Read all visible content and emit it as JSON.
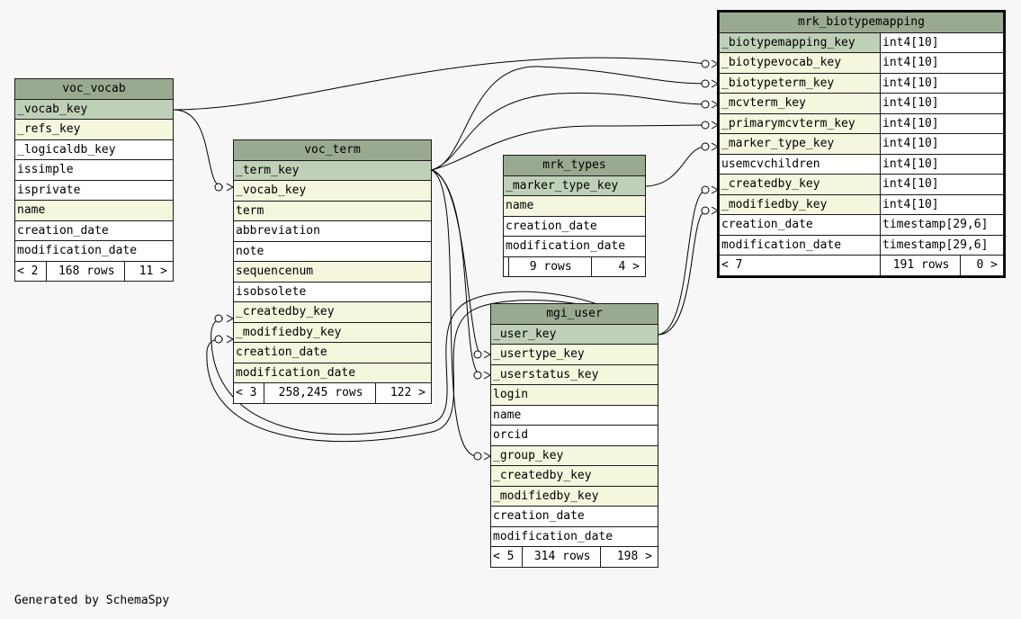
{
  "footer_text": "Generated by SchemaSpy",
  "tables": {
    "voc_vocab": {
      "title": "voc_vocab",
      "rows": [
        {
          "name": "_vocab_key",
          "kind": "pk"
        },
        {
          "name": "_refs_key",
          "kind": "fk"
        },
        {
          "name": "_logicaldb_key",
          "kind": "plain"
        },
        {
          "name": "issimple",
          "kind": "plain"
        },
        {
          "name": "isprivate",
          "kind": "plain"
        },
        {
          "name": "name",
          "kind": "fk"
        },
        {
          "name": "creation_date",
          "kind": "plain"
        },
        {
          "name": "modification_date",
          "kind": "plain"
        }
      ],
      "footer": {
        "left": "< 2",
        "mid": "168 rows",
        "right": "11 >"
      }
    },
    "voc_term": {
      "title": "voc_term",
      "rows": [
        {
          "name": "_term_key",
          "kind": "pk"
        },
        {
          "name": "_vocab_key",
          "kind": "fk"
        },
        {
          "name": "term",
          "kind": "fk"
        },
        {
          "name": "abbreviation",
          "kind": "plain"
        },
        {
          "name": "note",
          "kind": "plain"
        },
        {
          "name": "sequencenum",
          "kind": "fk"
        },
        {
          "name": "isobsolete",
          "kind": "plain"
        },
        {
          "name": "_createdby_key",
          "kind": "fk"
        },
        {
          "name": "_modifiedby_key",
          "kind": "fk"
        },
        {
          "name": "creation_date",
          "kind": "fk"
        },
        {
          "name": "modification_date",
          "kind": "fk"
        }
      ],
      "footer": {
        "left": "< 3",
        "mid": "258,245 rows",
        "right": "122 >"
      }
    },
    "mrk_types": {
      "title": "mrk_types",
      "rows": [
        {
          "name": "_marker_type_key",
          "kind": "pk"
        },
        {
          "name": "name",
          "kind": "fk"
        },
        {
          "name": "creation_date",
          "kind": "plain"
        },
        {
          "name": "modification_date",
          "kind": "plain"
        }
      ],
      "footer": {
        "left": "",
        "mid": "9 rows",
        "right": "4 >"
      }
    },
    "mgi_user": {
      "title": "mgi_user",
      "rows": [
        {
          "name": "_user_key",
          "kind": "pk"
        },
        {
          "name": "_usertype_key",
          "kind": "fk"
        },
        {
          "name": "_userstatus_key",
          "kind": "fk"
        },
        {
          "name": "login",
          "kind": "fk"
        },
        {
          "name": "name",
          "kind": "plain"
        },
        {
          "name": "orcid",
          "kind": "plain"
        },
        {
          "name": "_group_key",
          "kind": "fk"
        },
        {
          "name": "_createdby_key",
          "kind": "fk"
        },
        {
          "name": "_modifiedby_key",
          "kind": "fk"
        },
        {
          "name": "creation_date",
          "kind": "plain"
        },
        {
          "name": "modification_date",
          "kind": "plain"
        }
      ],
      "footer": {
        "left": "< 5",
        "mid": "314 rows",
        "right": "198 >"
      }
    },
    "mrk_biotypemapping": {
      "title": "mrk_biotypemapping",
      "rows": [
        {
          "name": "_biotypemapping_key",
          "type": "int4[10]",
          "kind": "pk"
        },
        {
          "name": "_biotypevocab_key",
          "type": "int4[10]",
          "kind": "fk"
        },
        {
          "name": "_biotypeterm_key",
          "type": "int4[10]",
          "kind": "fk"
        },
        {
          "name": "_mcvterm_key",
          "type": "int4[10]",
          "kind": "fk"
        },
        {
          "name": "_primarymcvterm_key",
          "type": "int4[10]",
          "kind": "fk"
        },
        {
          "name": "_marker_type_key",
          "type": "int4[10]",
          "kind": "fk"
        },
        {
          "name": "usemcvchildren",
          "type": "int4[10]",
          "kind": "plain"
        },
        {
          "name": "_createdby_key",
          "type": "int4[10]",
          "kind": "fk"
        },
        {
          "name": "_modifiedby_key",
          "type": "int4[10]",
          "kind": "fk"
        },
        {
          "name": "creation_date",
          "type": "timestamp[29,6]",
          "kind": "plain"
        },
        {
          "name": "modification_date",
          "type": "timestamp[29,6]",
          "kind": "plain"
        }
      ],
      "footer": {
        "left": "< 7",
        "mid": "191 rows",
        "right": "0 >"
      }
    }
  },
  "colors": {
    "header": "#9aaa91",
    "pk": "#bfd0b8",
    "fk": "#f4f6de",
    "line": "#000000"
  }
}
